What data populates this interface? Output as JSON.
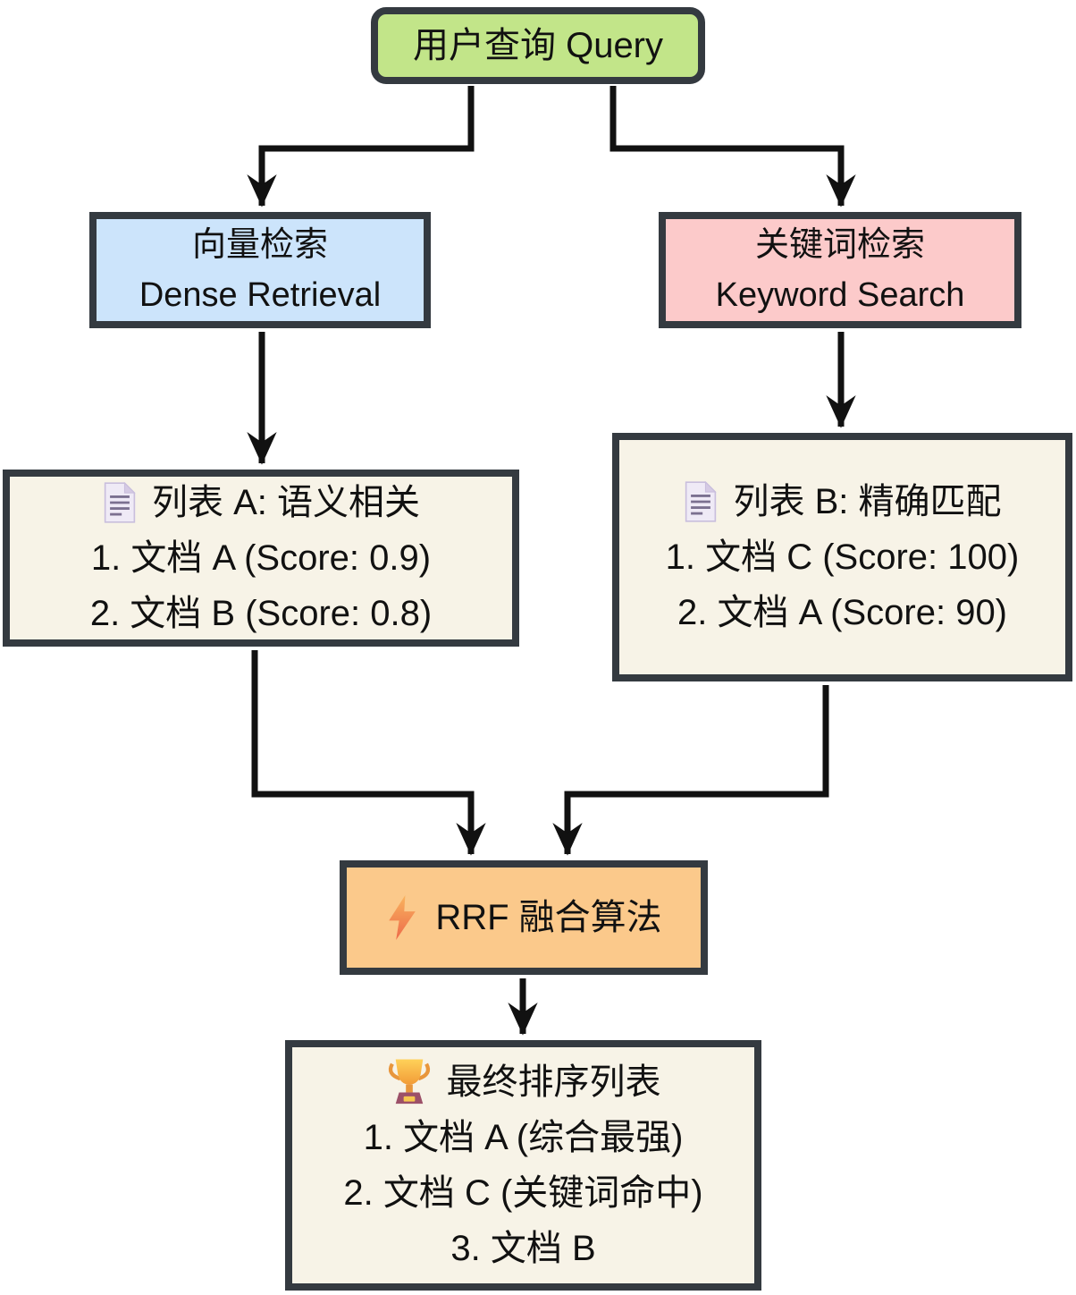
{
  "nodes": {
    "query": {
      "label": "用户查询 Query",
      "fill": "#c2e589"
    },
    "dense": {
      "label_zh": "向量检索",
      "label_en": "Dense Retrieval",
      "fill": "#cce4fb"
    },
    "keyword": {
      "label_zh": "关键词检索",
      "label_en": "Keyword Search",
      "fill": "#fccaca"
    },
    "list_a": {
      "icon": "page-icon",
      "title": "列表 A: 语义相关",
      "items": [
        "1. 文档 A (Score: 0.9)",
        "2. 文档 B (Score: 0.8)"
      ],
      "fill": "#f7f3e7"
    },
    "list_b": {
      "icon": "page-icon",
      "title": "列表 B: 精确匹配",
      "items": [
        "1. 文档 C (Score: 100)",
        "2. 文档 A (Score: 90)"
      ],
      "fill": "#f7f3e7"
    },
    "rrf": {
      "icon": "lightning-icon",
      "label": "RRF 融合算法",
      "fill": "#fbc98b"
    },
    "final": {
      "icon": "trophy-icon",
      "title": "最终排序列表",
      "items": [
        "1. 文档 A (综合最强)",
        "2. 文档 C (关键词命中)",
        "3. 文档 B"
      ],
      "fill": "#f7f3e7"
    }
  },
  "colors": {
    "background": "#ffffff",
    "node_border": "#343a40",
    "edge": "#111111",
    "text": "#111111",
    "page_icon_body": "#efeaf6",
    "page_icon_fold": "#d5cae4",
    "page_icon_lines": "#7b7090",
    "lightning_top": "#f9b35e",
    "lightning_bottom": "#ed6a4a",
    "trophy_cup": "#f7b733",
    "trophy_base": "#9c5068",
    "trophy_plaque": "#f7c64e"
  }
}
